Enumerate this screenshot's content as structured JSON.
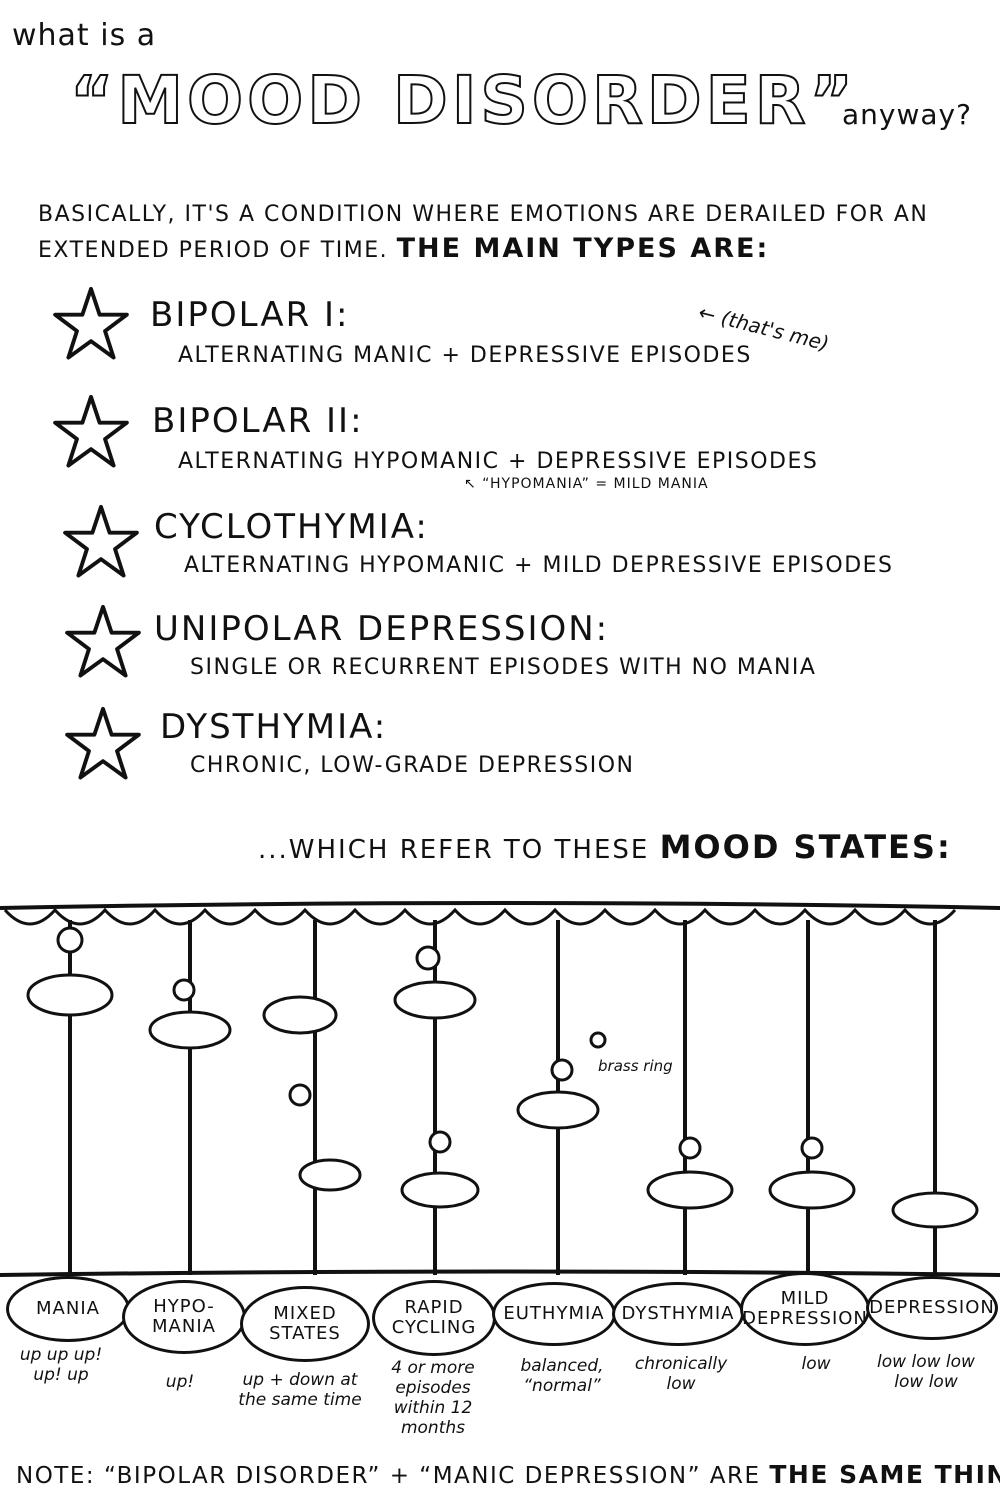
{
  "header": {
    "line1": "what is a",
    "title": "“MOOD DISORDER”",
    "tail": "anyway?"
  },
  "intro": {
    "text": "Basically, it's a condition where emotions are derailed for an extended period of time.",
    "lead": "The main types are:"
  },
  "aside": {
    "thats_me": "← (that's me)",
    "hypomania_note": "↖ “Hypomania” = mild mania"
  },
  "types": [
    {
      "name": "Bipolar I:",
      "desc": "alternating manic + depressive episodes"
    },
    {
      "name": "Bipolar II:",
      "desc": "alternating hypomanic + depressive episodes"
    },
    {
      "name": "Cyclothymia:",
      "desc": "alternating hypomanic + mild depressive episodes"
    },
    {
      "name": "Unipolar Depression:",
      "desc": "single or recurrent episodes with no mania"
    },
    {
      "name": "Dysthymia:",
      "desc": "chronic, low-grade depression"
    }
  ],
  "states_heading": {
    "prefix": "...which refer to these",
    "emph": "mood states:"
  },
  "carousel": {
    "brass_ring": "brass ring"
  },
  "states": [
    {
      "label": "Mania",
      "desc": "up up up! up! up"
    },
    {
      "label": "Hypo-mania",
      "desc": "up!"
    },
    {
      "label": "Mixed states",
      "desc": "up + down at the same time"
    },
    {
      "label": "Rapid cycling",
      "desc": "4 or more episodes within 12 months"
    },
    {
      "label": "Euthymia",
      "desc": "balanced, “normal”"
    },
    {
      "label": "Dysthymia",
      "desc": "chronically low"
    },
    {
      "label": "Mild depression",
      "desc": "low"
    },
    {
      "label": "Depression",
      "desc": "low low low low low"
    }
  ],
  "footer": {
    "text": "Note: “Bipolar disorder” + “manic depression” are",
    "emph": "the same thing."
  }
}
